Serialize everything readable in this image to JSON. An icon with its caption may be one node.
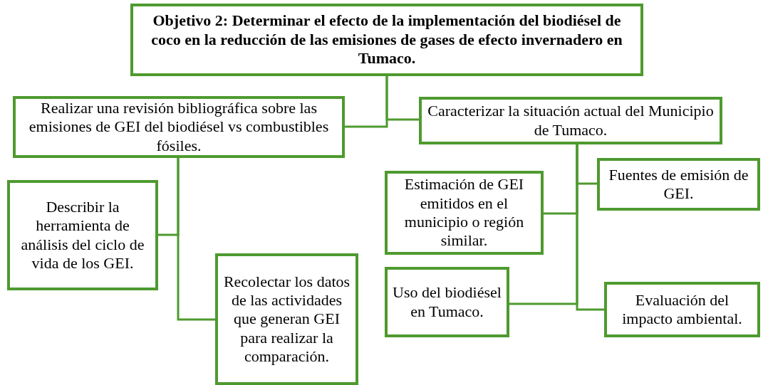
{
  "diagram": {
    "nodes": [
      {
        "text": [
          "Objetivo 2: Determinar el efecto de la implementación del biodiésel de coco en la reducción de las emisiones de gases de efecto invernadero en Tumaco."
        ]
      },
      {
        "text": [
          "Realizar una revisión bibliográfica sobre las emisiones de GEI del biodiésel vs combustibles fósiles."
        ]
      },
      {
        "text": [
          "Caracterizar la situación actual del Municipio de Tumaco."
        ]
      },
      {
        "text": [
          "Describir la herramienta de análisis del ciclo de vida de los GEI."
        ]
      },
      {
        "text": [
          "Estimación de GEI emitidos en el municipio o región similar."
        ]
      },
      {
        "text": [
          "Fuentes de emisión de GEI."
        ]
      },
      {
        "text": [
          "Recolectar los datos de las actividades que generan GEI para realizar la comparación."
        ]
      },
      {
        "text": [
          "Uso del biodiésel en Tumaco."
        ]
      },
      {
        "text": [
          "Evaluación del impacto ambiental."
        ]
      }
    ],
    "edges": [
      {
        "from": 0,
        "to": 1,
        "arrow": "none"
      },
      {
        "from": 0,
        "to": 2,
        "arrow": "none"
      },
      {
        "from": 1,
        "to": 3,
        "arrow": "none"
      },
      {
        "from": 1,
        "to": 6,
        "arrow": "none"
      },
      {
        "from": 2,
        "to": 4,
        "arrow": "none"
      },
      {
        "from": 2,
        "to": 5,
        "arrow": "none"
      },
      {
        "from": 2,
        "to": 7,
        "arrow": "none"
      },
      {
        "from": 2,
        "to": 8,
        "arrow": "none"
      }
    ]
  }
}
